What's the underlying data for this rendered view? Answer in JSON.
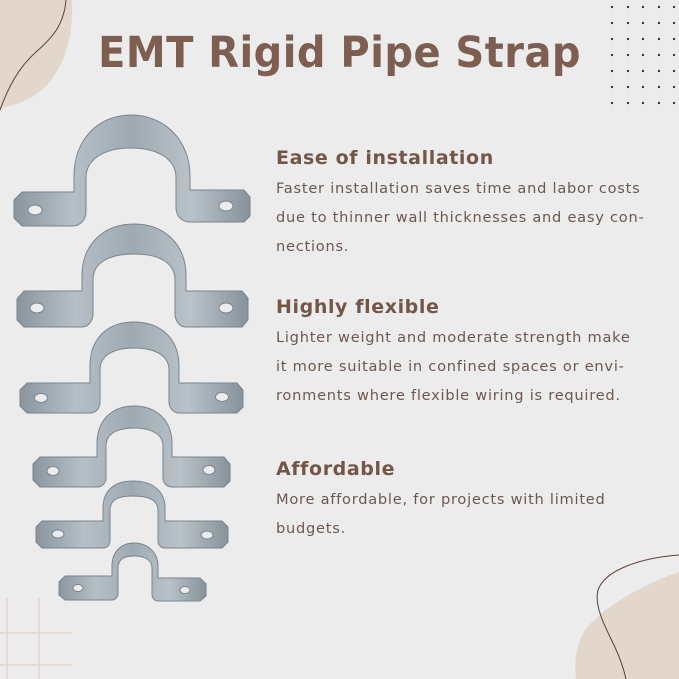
{
  "title": "EMT Rigid Pipe Strap",
  "features": [
    {
      "heading": "Ease of installation",
      "body": "Faster installation saves time and labor costs\ndue to thinner wall thicknesses and easy con-\nnections."
    },
    {
      "heading": "Highly flexible",
      "body": "Lighter weight and moderate strength make\nit more suitable in confined spaces or envi-\nronments where flexible wiring is required."
    },
    {
      "heading": "Affordable",
      "body": "More affordable,  for projects with limited\nbudgets."
    }
  ],
  "colors": {
    "background": "#ececec",
    "title": "#7d5e50",
    "accent_beige": "#e3d6ca",
    "metal": "#9aa5ad"
  },
  "images": {
    "straps": "six-pipe-straps-graduated-sizes"
  }
}
